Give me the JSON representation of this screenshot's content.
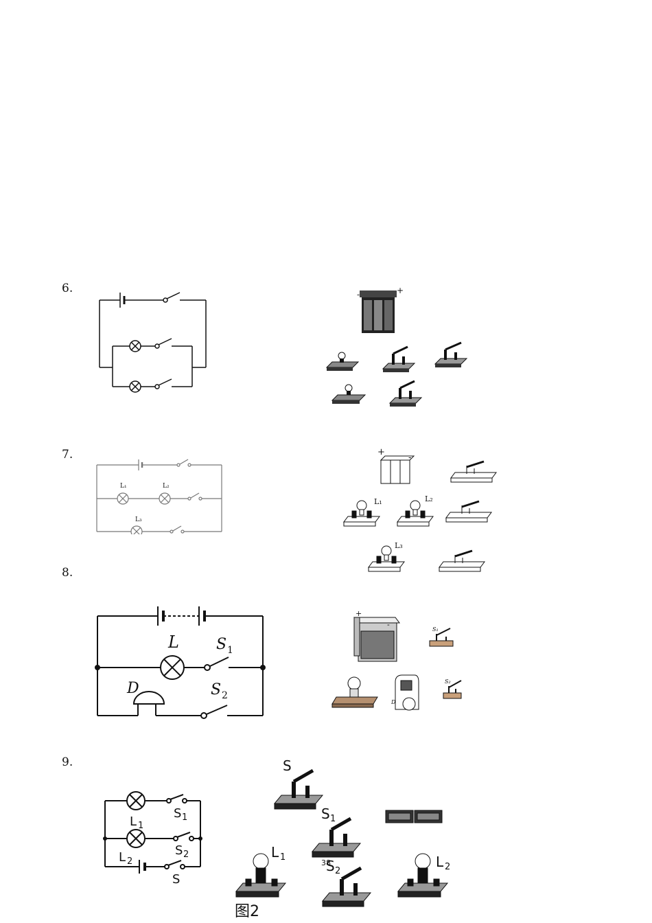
{
  "questions": [
    {
      "number": "6."
    },
    {
      "number": "7.",
      "circuit_labels": [
        "L₁",
        "L₂",
        "L₃"
      ],
      "part_labels": [
        "L₁",
        "L₂",
        "L₃"
      ]
    },
    {
      "number": "8.",
      "circuit_labels": {
        "lamp": "L",
        "buzzer": "D",
        "s1": "S",
        "s1_sub": "1",
        "s2": "S",
        "s2_sub": "2"
      },
      "part_labels": {
        "plus": "+",
        "minus": "-",
        "s1": "S₁",
        "s2": "S₂",
        "buzzer": "D"
      }
    },
    {
      "number": "9.",
      "circuit_labels": {
        "l1": "L",
        "l1_sub": "1",
        "l2": "L",
        "l2_sub": "2",
        "s1": "S",
        "s1_sub": "1",
        "s2": "S",
        "s2_sub": "2",
        "s": "S"
      },
      "part_labels": {
        "s": "S",
        "s1": "S",
        "s1_sub": "1",
        "s2": "S",
        "s2_sub": "2",
        "l1": "L",
        "l1_sub": "1",
        "l2": "L",
        "l2_sub": "2"
      },
      "caption": "图2",
      "page_mark": "38"
    }
  ],
  "battery_signs": {
    "plus": "+",
    "minus": "-"
  },
  "colors": {
    "ink": "#111111",
    "board": "#bdbdbd",
    "board_dark": "#555555"
  }
}
